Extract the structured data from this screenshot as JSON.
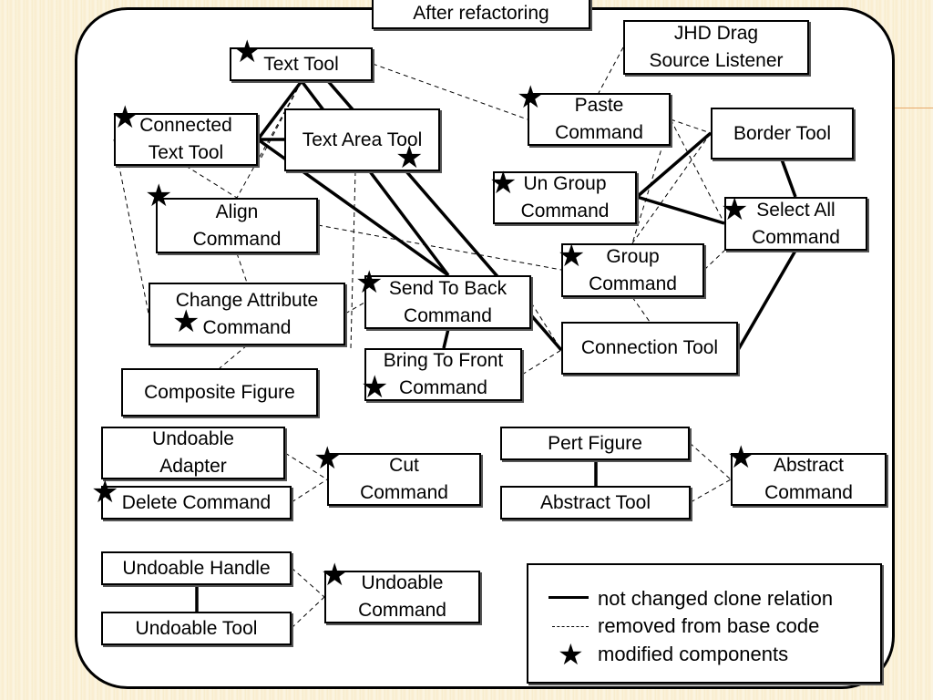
{
  "title": "After refactoring",
  "components": {
    "text_tool": "Text Tool",
    "jhd_drag": "JHD Drag\nSource Listener",
    "connected_text_tool": "Connected\nText Tool",
    "text_area_tool": "Text Area Tool",
    "paste_command": "Paste\nCommand",
    "border_tool": "Border Tool",
    "un_group_command": "Un Group\nCommand",
    "select_all_command": "Select All\nCommand",
    "align_command": "Align\nCommand",
    "group_command": "Group\nCommand",
    "change_attribute_command": "Change Attribute\nCommand",
    "send_to_back_command": "Send To Back\nCommand",
    "connection_tool": "Connection Tool",
    "bring_to_front_command": "Bring To Front\nCommand",
    "composite_figure": "Composite Figure",
    "undoable_adapter": "Undoable\nAdapter",
    "cut_command": "Cut\nCommand",
    "pert_figure": "Pert Figure",
    "abstract_command": "Abstract\nCommand",
    "delete_command": "Delete Command",
    "abstract_tool": "Abstract Tool",
    "undoable_handle": "Undoable Handle",
    "undoable_command": "Undoable\nCommand",
    "undoable_tool": "Undoable Tool"
  },
  "modified_components": [
    "text_tool",
    "connected_text_tool",
    "text_area_tool",
    "paste_command",
    "un_group_command",
    "select_all_command",
    "align_command",
    "group_command",
    "change_attribute_command",
    "send_to_back_command",
    "bring_to_front_command",
    "cut_command",
    "abstract_command",
    "delete_command",
    "undoable_command"
  ],
  "relations": {
    "not_changed_clone": [
      [
        "connected_text_tool",
        "text_tool"
      ],
      [
        "connected_text_tool",
        "text_area_tool"
      ],
      [
        "text_tool",
        "send_to_back_command"
      ],
      [
        "text_tool",
        "connection_tool"
      ],
      [
        "connected_text_tool",
        "send_to_back_command"
      ],
      [
        "un_group_command",
        "border_tool"
      ],
      [
        "un_group_command",
        "select_all_command"
      ],
      [
        "border_tool",
        "select_all_command"
      ],
      [
        "select_all_command",
        "connection_tool"
      ],
      [
        "send_to_back_command",
        "bring_to_front_command"
      ],
      [
        "pert_figure",
        "abstract_tool"
      ],
      [
        "undoable_handle",
        "undoable_tool"
      ]
    ],
    "removed_from_base_code": [
      [
        "text_tool",
        "paste_command"
      ],
      [
        "jhd_drag",
        "paste_command"
      ],
      [
        "paste_command",
        "border_tool"
      ],
      [
        "paste_command",
        "select_all_command"
      ],
      [
        "paste_command",
        "group_command"
      ],
      [
        "border_tool",
        "group_command"
      ],
      [
        "text_tool",
        "align_command"
      ],
      [
        "text_tool",
        "connected_text_tool"
      ],
      [
        "connected_text_tool",
        "change_attribute_command"
      ],
      [
        "connected_text_tool",
        "align_command"
      ],
      [
        "align_command",
        "group_command"
      ],
      [
        "align_command",
        "change_attribute_command"
      ],
      [
        "text_area_tool",
        "send_to_back_command"
      ],
      [
        "group_command",
        "select_all_command"
      ],
      [
        "group_command",
        "connection_tool"
      ],
      [
        "change_attribute_command",
        "send_to_back_command"
      ],
      [
        "change_attribute_command",
        "composite_figure"
      ],
      [
        "bring_to_front_command",
        "connection_tool"
      ],
      [
        "undoable_adapter",
        "cut_command"
      ],
      [
        "delete_command",
        "cut_command"
      ],
      [
        "pert_figure",
        "abstract_command"
      ],
      [
        "abstract_tool",
        "abstract_command"
      ],
      [
        "undoable_handle",
        "undoable_command"
      ],
      [
        "undoable_tool",
        "undoable_command"
      ]
    ]
  },
  "legend": {
    "solid_label": "not changed clone relation",
    "dashed_label": "removed from base code",
    "star_label": "modified components"
  },
  "colors": {
    "accent_line": "#e7a96a",
    "line": "#000000"
  },
  "icons": {
    "star": "star-icon"
  }
}
